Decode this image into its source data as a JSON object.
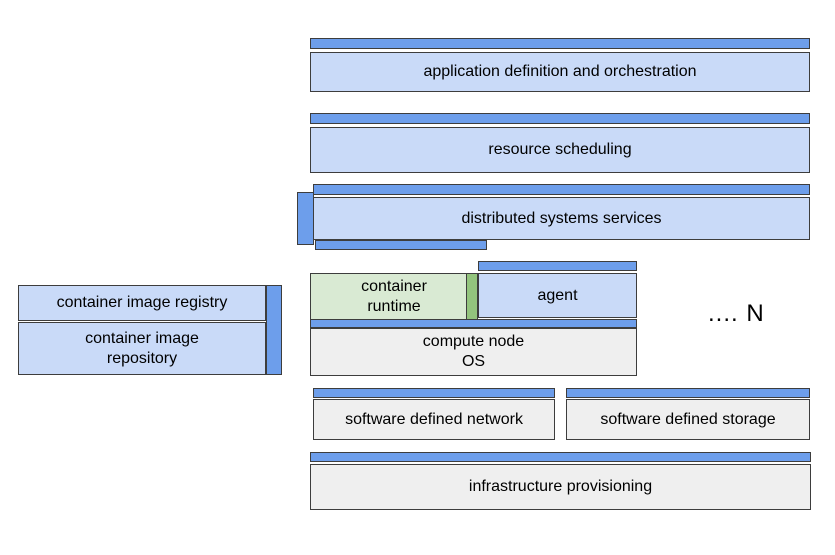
{
  "diagram": {
    "colors": {
      "box_blue": "#c9daf8",
      "strip_blue": "#6d9eeb",
      "box_green": "#d9ead3",
      "strip_green": "#93c47d",
      "box_gray": "#efefef",
      "border": "#3d3d3d",
      "text": "#000000"
    },
    "layers": {
      "app_orchestration": "application definition and orchestration",
      "resource_scheduling": "resource scheduling",
      "distributed_services": "distributed systems services",
      "container_runtime": "container\nruntime",
      "agent": "agent",
      "compute_node_os": "compute node\nOS",
      "container_image_registry": "container image registry",
      "container_image_repository": "container image\nrepository",
      "software_defined_network": "software defined network",
      "software_defined_storage": "software defined storage",
      "infrastructure_provisioning": "infrastructure provisioning",
      "node_count": ".... N"
    }
  }
}
